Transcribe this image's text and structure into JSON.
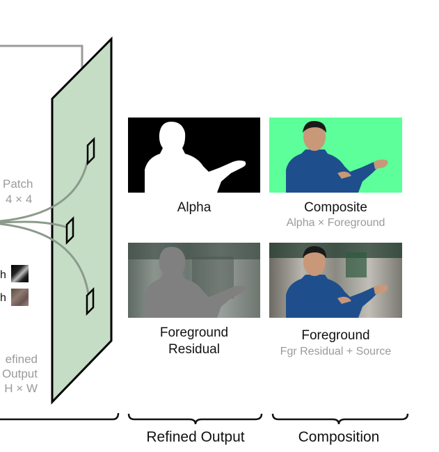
{
  "left_labels": {
    "patch_title": "Patch",
    "patch_size": "4 × 4",
    "legend_item_1": "h",
    "legend_item_2": "h",
    "refined_1": "efined",
    "refined_2": "Output",
    "refined_3": "H × W"
  },
  "panels": {
    "alpha": {
      "caption": "Alpha"
    },
    "composite": {
      "caption": "Composite",
      "subcaption": "Alpha × Foreground"
    },
    "fg_residual": {
      "caption_line1": "Foreground",
      "caption_line2": "Residual"
    },
    "foreground": {
      "caption": "Foreground",
      "subcaption": "Fgr Residual + Source"
    }
  },
  "group_labels": {
    "refined_output": "Refined Output",
    "composition": "Composition"
  },
  "colors": {
    "plane_fill": "#c5dcc5",
    "green_screen": "#5cff99",
    "curve": "#8c9a8c",
    "gray_text": "#9a9a9a"
  }
}
